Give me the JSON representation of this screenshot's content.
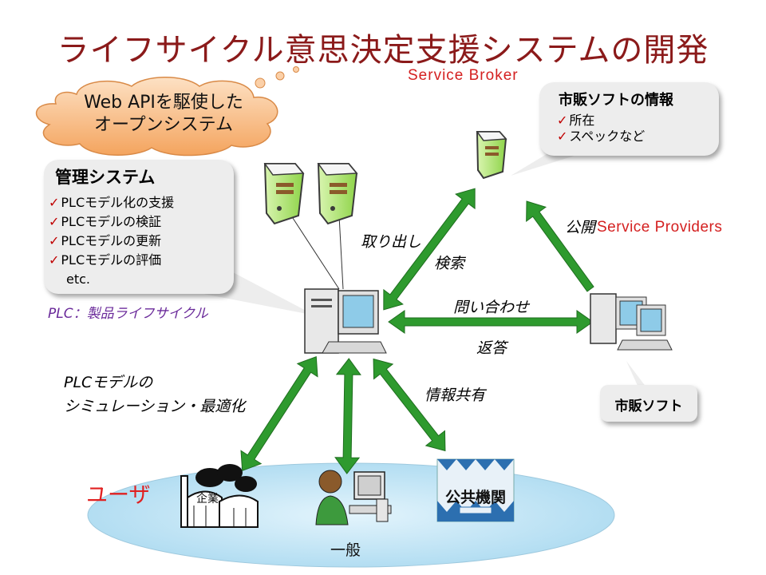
{
  "title": "ライフサイクル意思決定支援システムの開発",
  "broker_label": "Service Broker",
  "providers_label": "Service Providers",
  "cloud_text": [
    "Web APIを駆使した",
    "オープンシステム"
  ],
  "management": {
    "title": "管理システム",
    "items": [
      "PLCモデル化の支援",
      "PLCモデルの検証",
      "PLCモデルの更新",
      "PLCモデルの評価"
    ],
    "etc": "etc."
  },
  "plc_caption": "PLC：製品ライフサイクル",
  "market_info": {
    "title": "市販ソフトの情報",
    "items": [
      "所在",
      "スペックなど"
    ]
  },
  "market_soft": "市販ソフト",
  "arrow_labels": {
    "retrieve": "取り出し",
    "search": "検索",
    "publish": "公開",
    "inquiry": "問い合わせ",
    "reply": "返答",
    "share": "情報共有",
    "simulation": [
      "PLCモデルの",
      "シミュレーション・最適化"
    ]
  },
  "users": {
    "label": "ユーザ",
    "industry": "企業",
    "general": "一般",
    "public": "公共機関"
  },
  "colors": {
    "title": "#8b1a1a",
    "arrow": "#2e9a2e",
    "check": "#c00000",
    "service_label": "#d42020",
    "cloud": "#f7b47a",
    "user_ellipse": "#bfe3f5"
  }
}
